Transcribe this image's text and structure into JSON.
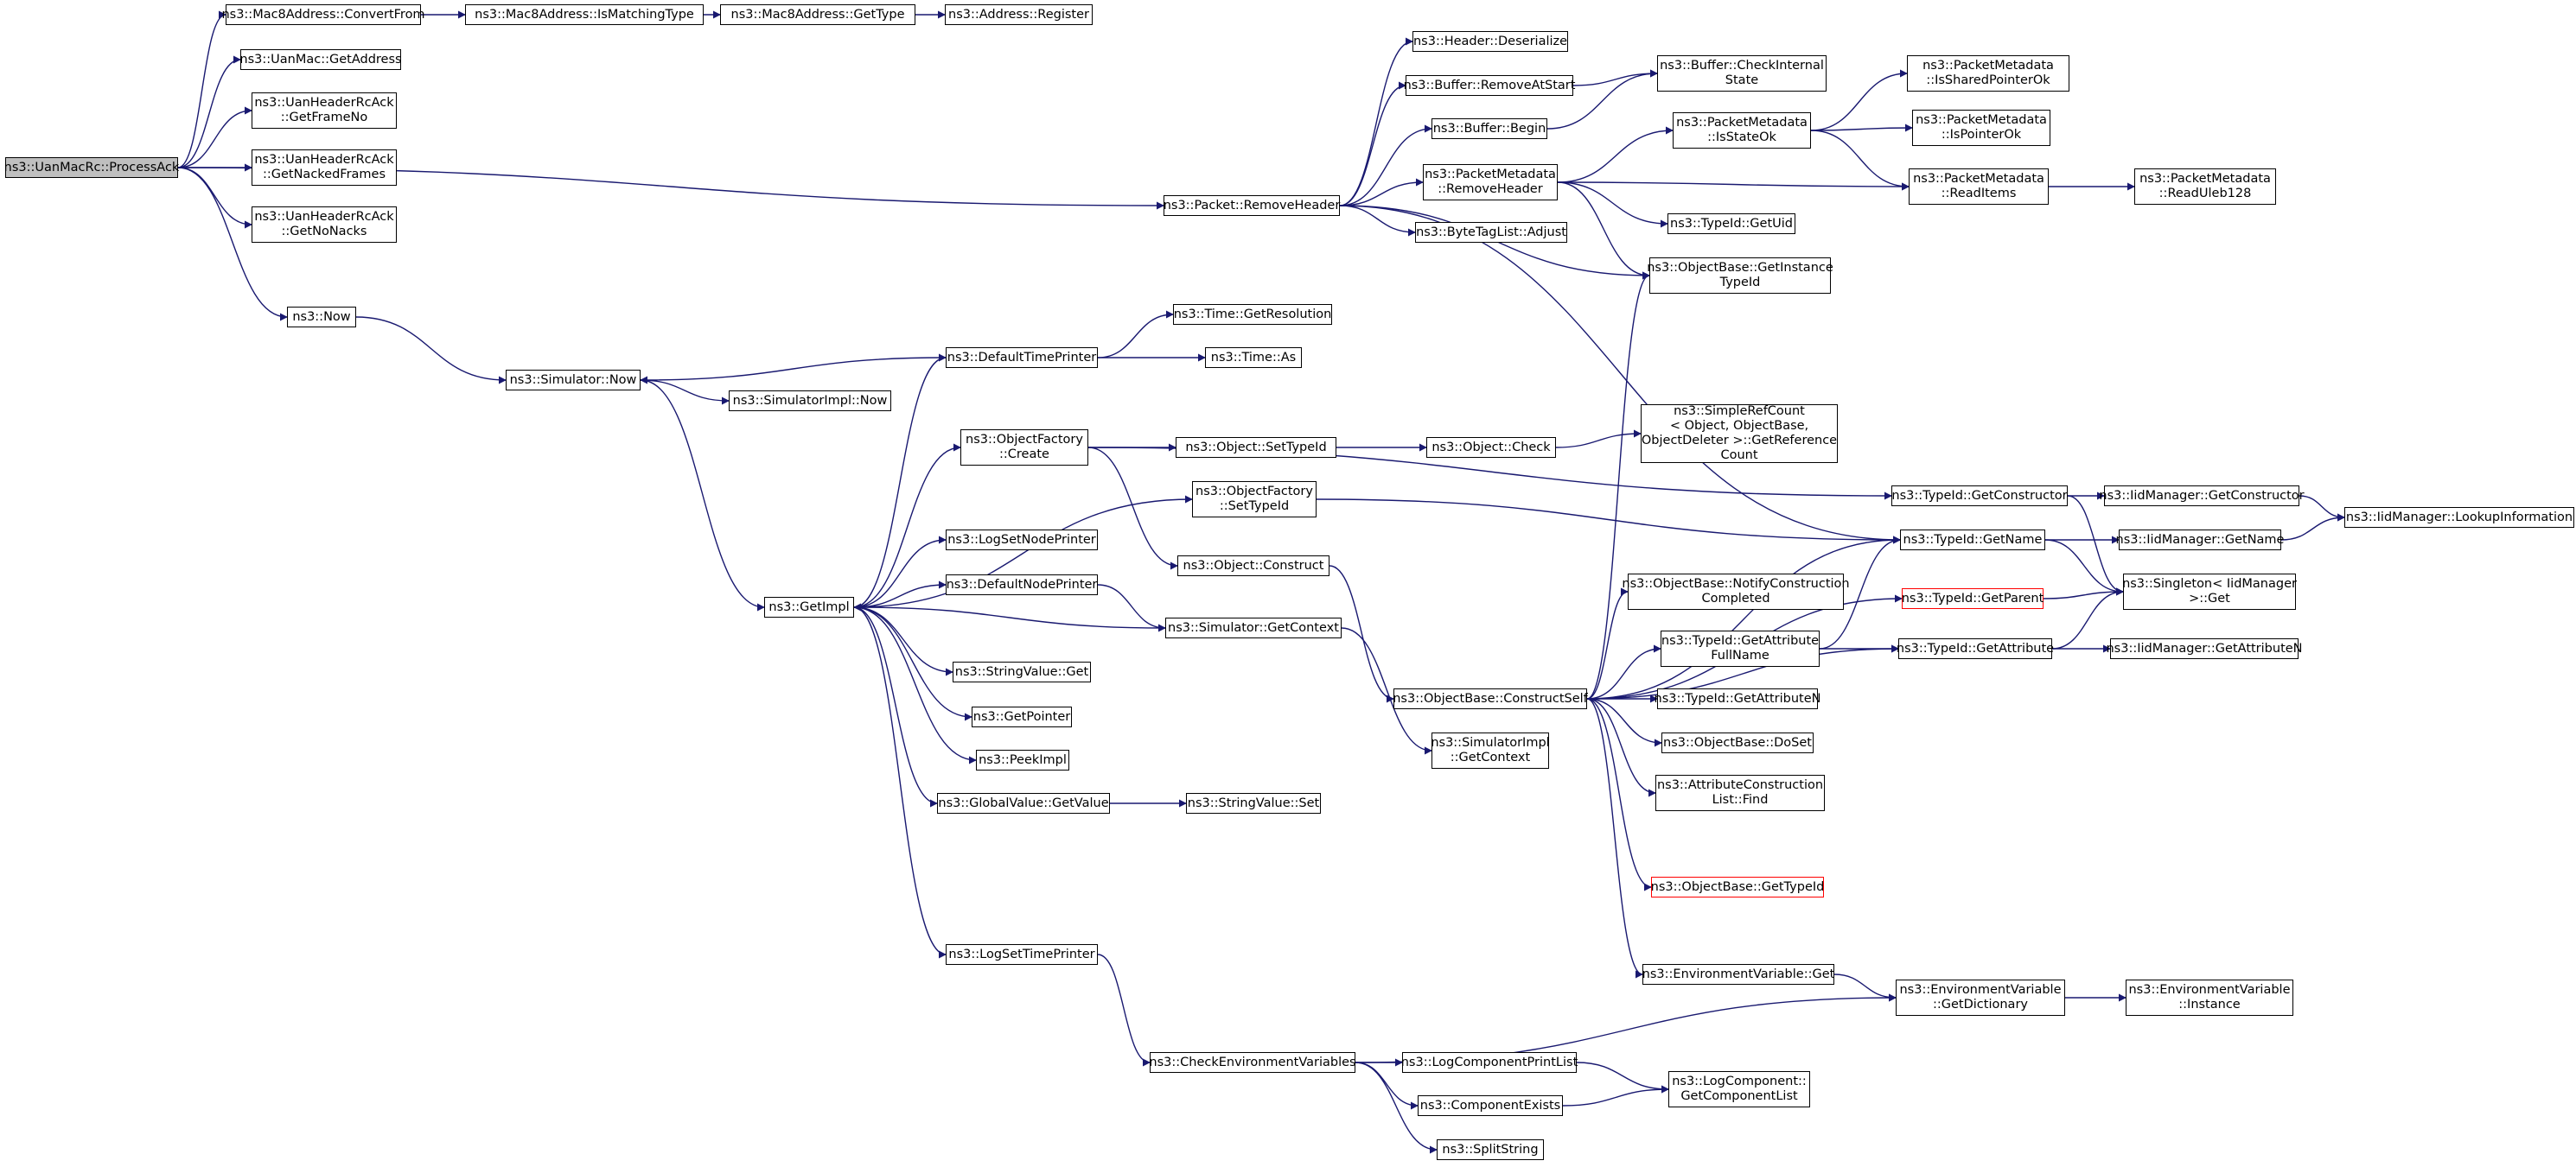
{
  "graph": {
    "colors": {
      "edge": "#191970",
      "node_border": "#000000",
      "root_fill": "#bfbfbf",
      "truncated_border": "#ff0000"
    },
    "nodes": {
      "processack": {
        "lines": [
          "ns3::UanMacRc::ProcessAck"
        ],
        "root": true
      },
      "mac8convert": {
        "lines": [
          "ns3::Mac8Address::ConvertFrom"
        ]
      },
      "mac8match": {
        "lines": [
          "ns3::Mac8Address::IsMatchingType"
        ]
      },
      "mac8gettype": {
        "lines": [
          "ns3::Mac8Address::GetType"
        ]
      },
      "addrregister": {
        "lines": [
          "ns3::Address::Register"
        ]
      },
      "uanmacgetaddr": {
        "lines": [
          "ns3::UanMac::GetAddress"
        ]
      },
      "getframeno": {
        "lines": [
          "ns3::UanHeaderRcAck",
          "::GetFrameNo"
        ]
      },
      "getnackedframes": {
        "lines": [
          "ns3::UanHeaderRcAck",
          "::GetNackedFrames"
        ]
      },
      "getnonacks": {
        "lines": [
          "ns3::UanHeaderRcAck",
          "::GetNoNacks"
        ]
      },
      "now": {
        "lines": [
          "ns3::Now"
        ]
      },
      "simnow": {
        "lines": [
          "ns3::Simulator::Now"
        ]
      },
      "simimplnow": {
        "lines": [
          "ns3::SimulatorImpl::Now"
        ]
      },
      "getimpl": {
        "lines": [
          "ns3::GetImpl"
        ]
      },
      "defaulttimeprinter": {
        "lines": [
          "ns3::DefaultTimePrinter"
        ]
      },
      "timegetres": {
        "lines": [
          "ns3::Time::GetResolution"
        ]
      },
      "timeas": {
        "lines": [
          "ns3::Time::As"
        ]
      },
      "objfactorycreate": {
        "lines": [
          "ns3::ObjectFactory",
          "::Create"
        ]
      },
      "objsettypeid": {
        "lines": [
          "ns3::Object::SetTypeId"
        ]
      },
      "objcheck": {
        "lines": [
          "ns3::Object::Check"
        ]
      },
      "simplerefcount": {
        "lines": [
          "ns3::SimpleRefCount",
          "< Object, ObjectBase,",
          "ObjectDeleter >::GetReference",
          "Count"
        ]
      },
      "objfactorysettypeid": {
        "lines": [
          "ns3::ObjectFactory",
          "::SetTypeId"
        ]
      },
      "logsetnodeprinter": {
        "lines": [
          "ns3::LogSetNodePrinter"
        ]
      },
      "defaultnodeprinter": {
        "lines": [
          "ns3::DefaultNodePrinter"
        ]
      },
      "objconstruct": {
        "lines": [
          "ns3::Object::Construct"
        ]
      },
      "simgetcontext": {
        "lines": [
          "ns3::Simulator::GetContext"
        ]
      },
      "stringvalueget": {
        "lines": [
          "ns3::StringValue::Get"
        ]
      },
      "getpointer": {
        "lines": [
          "ns3::GetPointer"
        ]
      },
      "peekimpl": {
        "lines": [
          "ns3::PeekImpl"
        ]
      },
      "globalvalueget": {
        "lines": [
          "ns3::GlobalValue::GetValue"
        ]
      },
      "stringvalueset": {
        "lines": [
          "ns3::StringValue::Set"
        ]
      },
      "logsettimeprinter": {
        "lines": [
          "ns3::LogSetTimePrinter"
        ]
      },
      "checkenv": {
        "lines": [
          "ns3::CheckEnvironmentVariables"
        ]
      },
      "logcompprintlist": {
        "lines": [
          "ns3::LogComponentPrintList"
        ]
      },
      "compexists": {
        "lines": [
          "ns3::ComponentExists"
        ]
      },
      "splitstring": {
        "lines": [
          "ns3::SplitString"
        ]
      },
      "logcompgetlist": {
        "lines": [
          "ns3::LogComponent::",
          "GetComponentList"
        ]
      },
      "envget": {
        "lines": [
          "ns3::EnvironmentVariable::Get"
        ]
      },
      "envgetdict": {
        "lines": [
          "ns3::EnvironmentVariable",
          "::GetDictionary"
        ]
      },
      "envinstance": {
        "lines": [
          "ns3::EnvironmentVariable",
          "::Instance"
        ]
      },
      "constructself": {
        "lines": [
          "ns3::ObjectBase::ConstructSelf"
        ]
      },
      "simimplgetctx": {
        "lines": [
          "ns3::SimulatorImpl",
          "::GetContext"
        ]
      },
      "notifyconstr": {
        "lines": [
          "ns3::ObjectBase::NotifyConstruction",
          "Completed"
        ]
      },
      "typeidgetattrfull": {
        "lines": [
          "ns3::TypeId::GetAttribute",
          "FullName"
        ]
      },
      "typeidgetattrn": {
        "lines": [
          "ns3::TypeId::GetAttributeN"
        ]
      },
      "objbasedoset": {
        "lines": [
          "ns3::ObjectBase::DoSet"
        ]
      },
      "attrconstrfind": {
        "lines": [
          "ns3::AttributeConstruction",
          "List::Find"
        ]
      },
      "objbasegettypeid": {
        "lines": [
          "ns3::ObjectBase::GetTypeId"
        ],
        "truncated": true
      },
      "pktremoveheader": {
        "lines": [
          "ns3::Packet::RemoveHeader"
        ]
      },
      "hdrdeserialize": {
        "lines": [
          "ns3::Header::Deserialize"
        ]
      },
      "bufremoveatstart": {
        "lines": [
          "ns3::Buffer::RemoveAtStart"
        ]
      },
      "bufbegin": {
        "lines": [
          "ns3::Buffer::Begin"
        ]
      },
      "bufcheckinternal": {
        "lines": [
          "ns3::Buffer::CheckInternal",
          "State"
        ]
      },
      "pmremoveheader": {
        "lines": [
          "ns3::PacketMetadata",
          "::RemoveHeader"
        ]
      },
      "bytetagadjust": {
        "lines": [
          "ns3::ByteTagList::Adjust"
        ]
      },
      "pmisstateok": {
        "lines": [
          "ns3::PacketMetadata",
          "::IsStateOk"
        ]
      },
      "pmissharedptr": {
        "lines": [
          "ns3::PacketMetadata",
          "::IsSharedPointerOk"
        ]
      },
      "pmisptrok": {
        "lines": [
          "ns3::PacketMetadata",
          "::IsPointerOk"
        ]
      },
      "pmreaditems": {
        "lines": [
          "ns3::PacketMetadata",
          "::ReadItems"
        ]
      },
      "pmreaduleb": {
        "lines": [
          "ns3::PacketMetadata",
          "::ReadUleb128"
        ]
      },
      "typeidgetuid": {
        "lines": [
          "ns3::TypeId::GetUid"
        ]
      },
      "objbasegetinst": {
        "lines": [
          "ns3::ObjectBase::GetInstance",
          "TypeId"
        ]
      },
      "typeidgetctor": {
        "lines": [
          "ns3::TypeId::GetConstructor"
        ]
      },
      "iidgetctor": {
        "lines": [
          "ns3::IidManager::GetConstructor"
        ]
      },
      "iidlookup": {
        "lines": [
          "ns3::IidManager::LookupInformation"
        ]
      },
      "typeidgetname": {
        "lines": [
          "ns3::TypeId::GetName"
        ]
      },
      "iidgetname": {
        "lines": [
          "ns3::IidManager::GetName"
        ]
      },
      "typeidgetparent": {
        "lines": [
          "ns3::TypeId::GetParent"
        ],
        "truncated": true
      },
      "singletonget": {
        "lines": [
          "ns3::Singleton< IidManager",
          ">::Get"
        ]
      },
      "typeidgetattr": {
        "lines": [
          "ns3::TypeId::GetAttribute"
        ]
      },
      "iidgetattrn": {
        "lines": [
          "ns3::IidManager::GetAttributeN"
        ]
      }
    }
  }
}
